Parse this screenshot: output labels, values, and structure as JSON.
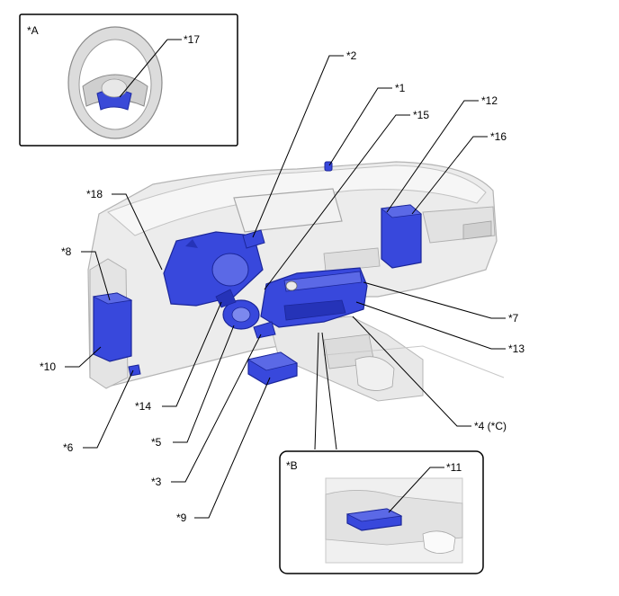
{
  "inset_a": {
    "label": "*A"
  },
  "inset_b": {
    "label": "*B"
  },
  "callouts": {
    "c1": "*1",
    "c2": "*2",
    "c3": "*3",
    "c4": "*4 (*C)",
    "c5": "*5",
    "c6": "*6",
    "c7": "*7",
    "c8": "*8",
    "c9": "*9",
    "c10": "*10",
    "c11": "*11",
    "c12": "*12",
    "c13": "*13",
    "c14": "*14",
    "c15": "*15",
    "c16": "*16",
    "c17": "*17",
    "c18": "*18"
  },
  "colors": {
    "highlight": "#2f3fd6",
    "highlight_light": "#6f7de8",
    "body_gray": "#e6e6e6",
    "body_line": "#b8b8b8",
    "leader": "#000000"
  }
}
